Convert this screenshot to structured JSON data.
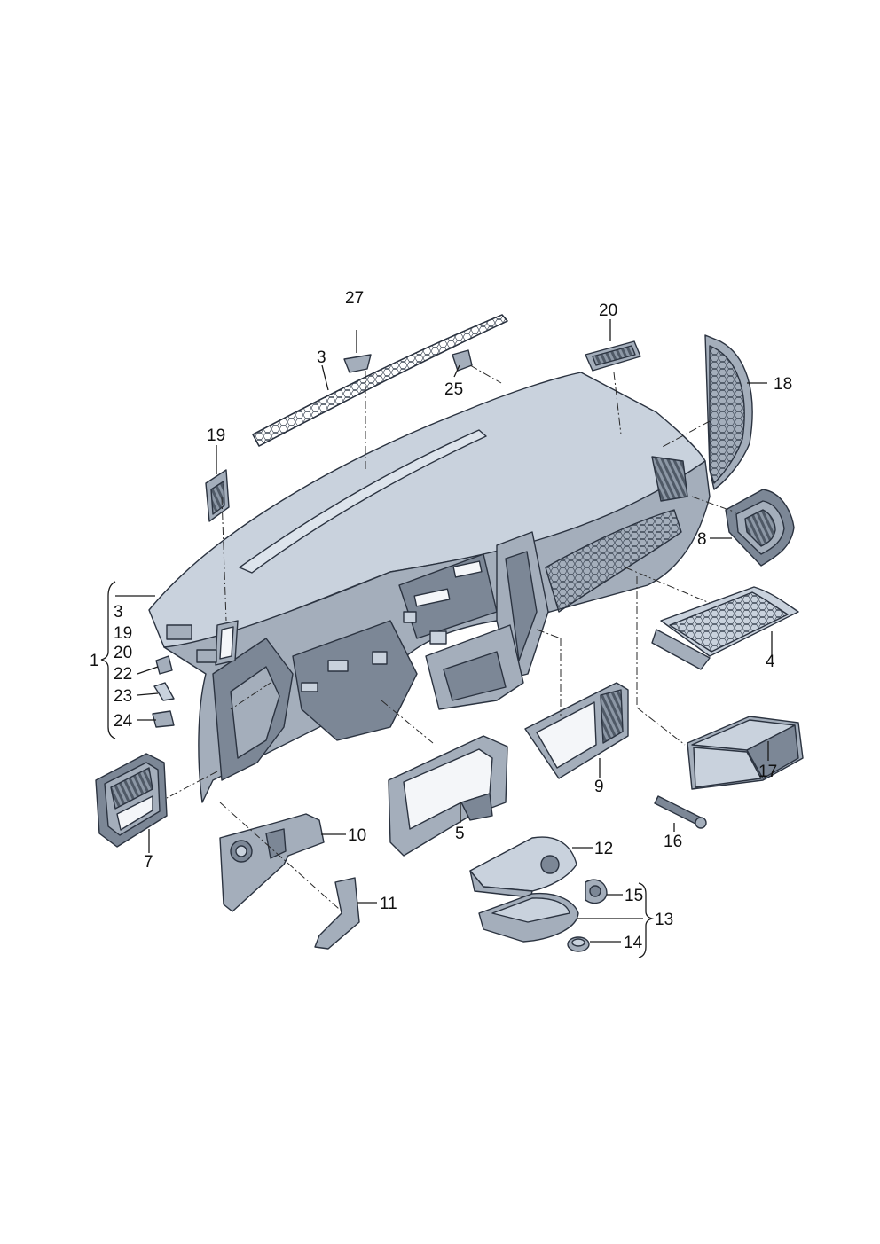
{
  "callouts": {
    "c27": "27",
    "c3": "3",
    "c25": "25",
    "c20": "20",
    "c18": "18",
    "c19": "19",
    "c8": "8",
    "c4": "4",
    "c17": "17",
    "c9": "9",
    "c16": "16",
    "c5": "5",
    "c12": "12",
    "c10": "10",
    "c7": "7",
    "c11": "11",
    "c15": "15",
    "c13": "13",
    "c14": "14",
    "c1": "1"
  },
  "group_1_list": [
    "3",
    "19",
    "20",
    "22",
    "23",
    "24"
  ],
  "colors": {
    "part_dark": "#7c8796",
    "part_mid": "#a4aebb",
    "part_light": "#c9d2dd",
    "outline": "#2b3340"
  }
}
